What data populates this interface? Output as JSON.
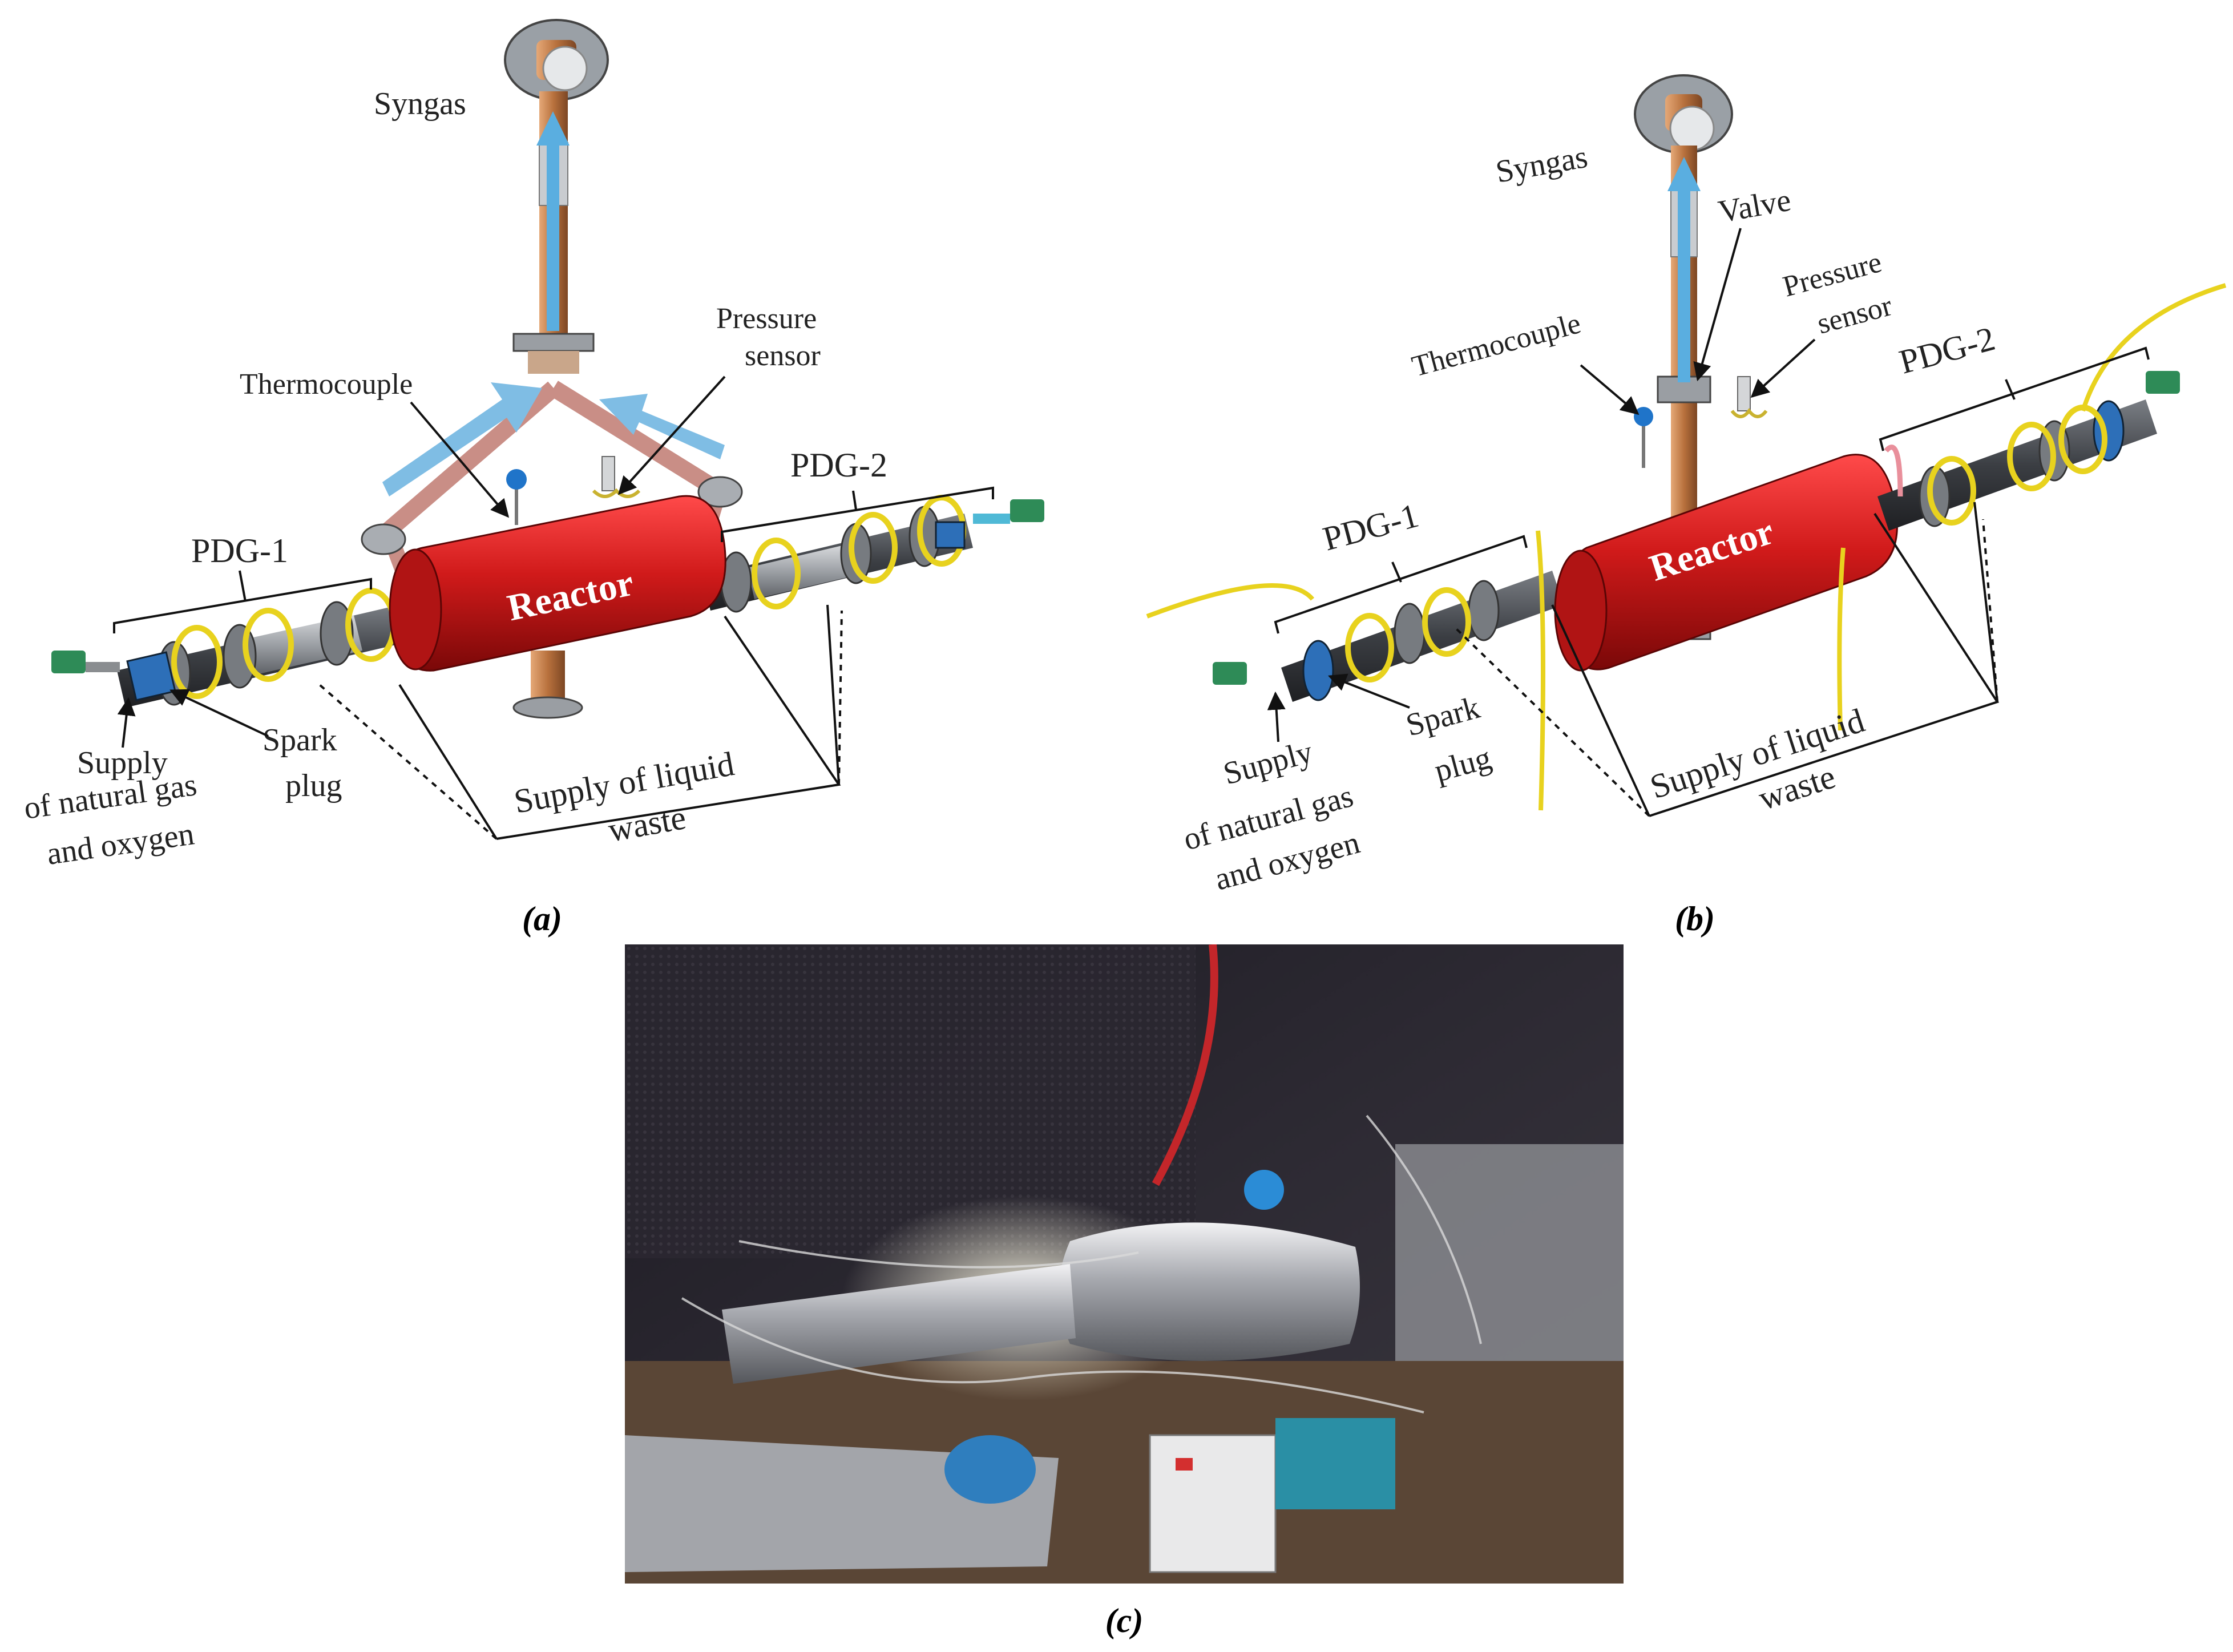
{
  "panel_a": {
    "caption": "(a)",
    "labels": {
      "syngas": "Syngas",
      "thermocouple": "Thermocouple",
      "pressure_sensor_1": "Pressure",
      "pressure_sensor_2": "sensor",
      "pdg1": "PDG-1",
      "pdg2": "PDG-2",
      "reactor": "Reactor",
      "supply_gas_1": "Supply",
      "supply_gas_2": "of natural gas",
      "supply_gas_3": "and oxygen",
      "spark_1": "Spark",
      "spark_2": "plug",
      "liquid_1": "Supply of liquid",
      "liquid_2": "waste"
    }
  },
  "panel_b": {
    "caption": "(b)",
    "labels": {
      "syngas": "Syngas",
      "valve": "Valve",
      "thermocouple": "Thermocouple",
      "pressure_sensor_1": "Pressure",
      "pressure_sensor_2": "sensor",
      "pdg1": "PDG-1",
      "pdg2": "PDG-2",
      "reactor": "Reactor",
      "supply_gas_1": "Supply",
      "supply_gas_2": "of natural gas",
      "supply_gas_3": "and oxygen",
      "spark_1": "Spark",
      "spark_2": "plug",
      "liquid_1": "Supply of liquid",
      "liquid_2": "waste"
    }
  },
  "panel_c": {
    "caption": "(c)"
  },
  "colors": {
    "reactor": "#c8141b",
    "arrow_flow": "#5aaee0",
    "pipe_dark": "#4a4d52",
    "pipe_light": "#9a9ea3",
    "coil": "#e8d21e",
    "copper": "#c98a55"
  }
}
